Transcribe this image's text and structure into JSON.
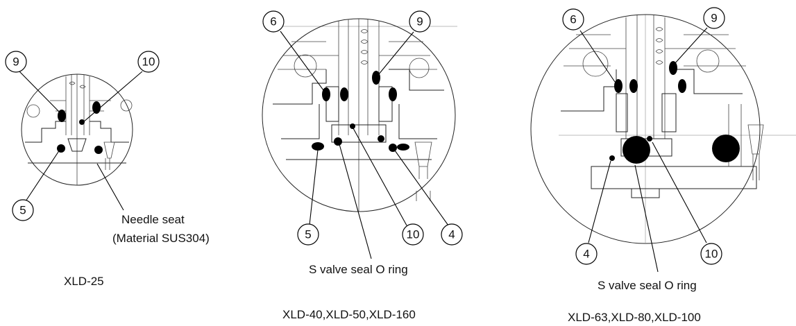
{
  "diagrams": [
    {
      "model": "XLD-25",
      "callouts": [
        "9",
        "10",
        "5"
      ],
      "note_line1": "Needle seat",
      "note_line2": "(Material SUS304)"
    },
    {
      "model": "XLD-40,XLD-50,XLD-160",
      "callouts": [
        "6",
        "9",
        "5",
        "10",
        "4"
      ],
      "note_line1": "S valve seal O ring"
    },
    {
      "model": "XLD-63,XLD-80,XLD-100",
      "callouts": [
        "6",
        "9",
        "4",
        "10"
      ],
      "note_line1": "S valve seal O ring"
    }
  ]
}
